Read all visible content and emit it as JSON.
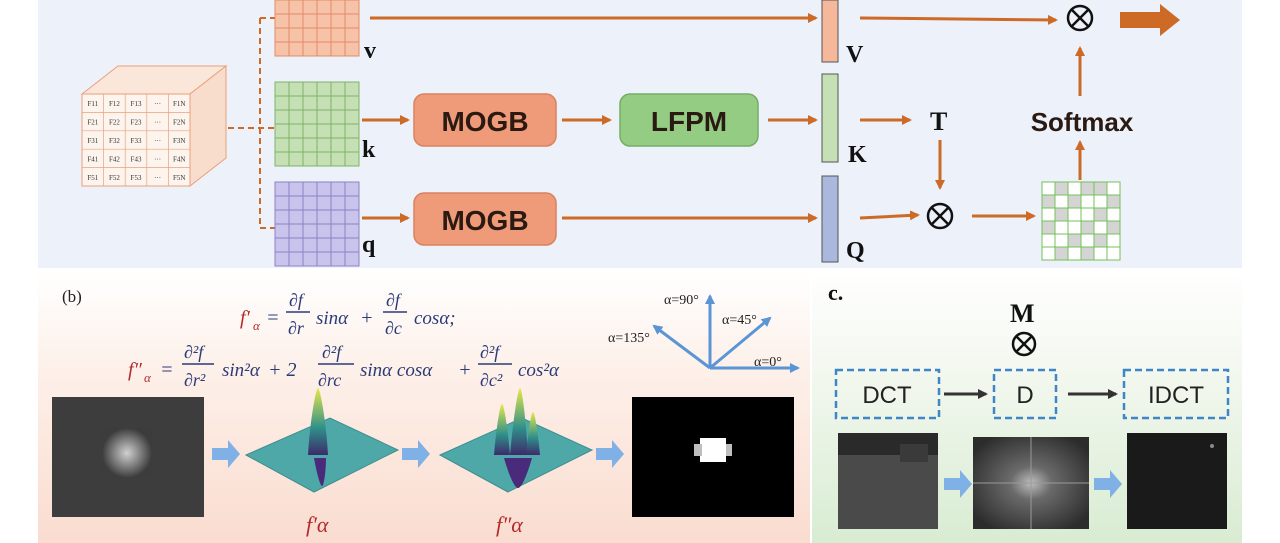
{
  "top_panel": {
    "inputs": {
      "v": "v",
      "k": "k",
      "q": "q"
    },
    "outputs": {
      "V": "V",
      "K": "K",
      "Q": "Q"
    },
    "blocks": {
      "mogb_k": "MOGB",
      "lfpm": "LFPM",
      "mogb_q": "MOGB"
    },
    "ops": {
      "T": "T",
      "softmax": "Softmax",
      "mult_top": "⊗",
      "mult_mid": "⊗"
    },
    "cube_cells": [
      [
        "F11",
        "F12",
        "F13",
        "···",
        "F1N"
      ],
      [
        "F21",
        "F22",
        "F23",
        "···",
        "F2N"
      ],
      [
        "F31",
        "F32",
        "F33",
        "···",
        "F3N"
      ],
      [
        "F41",
        "F42",
        "F43",
        "···",
        "F4N"
      ],
      [
        "F51",
        "F52",
        "F53",
        "···",
        "F5N"
      ]
    ],
    "colors": {
      "arrow": "#cc6a26",
      "mogb": "#ef9a78",
      "lfpm": "#95cc84",
      "v_grid": "#f6c2a8",
      "k_grid": "#c4e0b4",
      "q_grid": "#c8c4ec",
      "bg": "#edf1f9"
    }
  },
  "panel_b": {
    "label": "(b)",
    "eq1": "f′α = (∂f/∂r) sinα + (∂f/∂c) cosα;",
    "eq2": "f″α = (∂²f/∂r²) sin²α + 2 (∂²f/∂r∂c) sinα cosα + (∂²f/∂c²) cos²α",
    "angles": {
      "a90": "α=90°",
      "a45": "α=45°",
      "a135": "α=135°",
      "a0": "α=0°"
    },
    "captions": {
      "first": "f′α",
      "second": "f″α"
    }
  },
  "panel_c": {
    "label": "c.",
    "m_label": "M",
    "mult": "⊗",
    "boxes": {
      "dct": "DCT",
      "d": "D",
      "idct": "IDCT"
    }
  }
}
